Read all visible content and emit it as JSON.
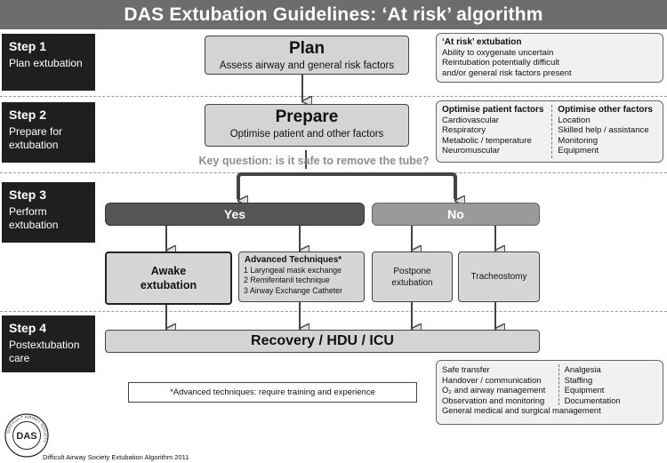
{
  "title": "DAS Extubation Guidelines: ‘At risk’ algorithm",
  "steps": [
    {
      "title": "Step 1",
      "desc": "Plan extubation"
    },
    {
      "title": "Step 2",
      "desc": "Prepare for extubation"
    },
    {
      "title": "Step 3",
      "desc": "Perform extubation"
    },
    {
      "title": "Step 4",
      "desc": "Postextubation care"
    }
  ],
  "plan": {
    "title": "Plan",
    "subtitle": "Assess airway and general risk factors"
  },
  "at_risk": {
    "title": "‘At risk’ extubation",
    "lines": [
      "Ability to oxygenate uncertain",
      "Reintubation potentially difficult",
      "and/or general risk factors present"
    ]
  },
  "prepare": {
    "title": "Prepare",
    "subtitle": "Optimise patient and other factors"
  },
  "optimise_patient": {
    "title": "Optimise patient factors",
    "items": [
      "Cardiovascular",
      "Respiratory",
      "Metabolic / temperature",
      "Neuromuscular"
    ]
  },
  "optimise_other": {
    "title": "Optimise other factors",
    "items": [
      "Location",
      "Skilled help / assistance",
      "Monitoring",
      "Equipment"
    ]
  },
  "key_question": "Key question: is it safe to remove the tube?",
  "yes_label": "Yes",
  "no_label": "No",
  "awake": {
    "line1": "Awake",
    "line2": "extubation"
  },
  "advanced": {
    "title": "Advanced Techniques*",
    "items": [
      "1 Laryngeal mask exchange",
      "2 Remifentanil technique",
      "3 Airway Exchange Catheter"
    ]
  },
  "postpone": {
    "line1": "Postpone",
    "line2": "extubation"
  },
  "tracheostomy": "Tracheostomy",
  "recovery": "Recovery / HDU / ICU",
  "care": {
    "left": [
      "Safe transfer",
      "Handover / communication",
      "O₂ and airway management",
      "Observation and monitoring"
    ],
    "right": [
      "Analgesia",
      "Staffing",
      "Equipment",
      "Documentation"
    ],
    "bottom": "General medical and surgical management"
  },
  "footnote": "*Advanced techniques: require training and experience",
  "logo_text": "DAS",
  "logo_ring_text": "DIFFICULT AIRWAY SOCIETY",
  "footer": "Difficult Airway Society Extubation Algorithm 2011"
}
